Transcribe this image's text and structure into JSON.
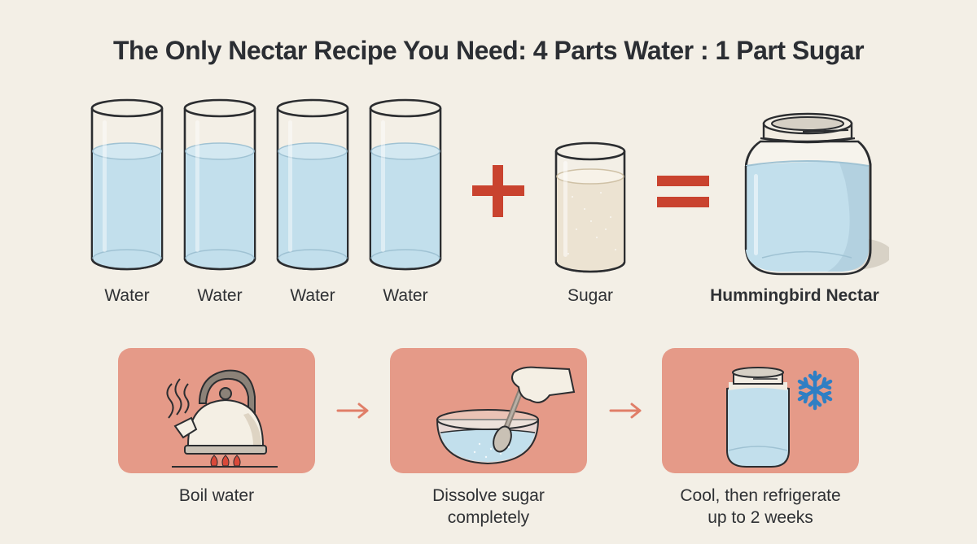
{
  "title": "The Only Nectar Recipe You Need: 4 Parts Water : 1 Part Sugar",
  "colors": {
    "background": "#f3efe6",
    "water": "#c2dfec",
    "sugar": "#ece3d2",
    "operator_red": "#c9432f",
    "step_card": "#e59a88",
    "arrow": "#e07e68",
    "snowflake": "#2f7fc4",
    "outline": "#2b2d30"
  },
  "equation": {
    "ingredients": [
      {
        "label": "Water",
        "icon": "water-glass-icon"
      },
      {
        "label": "Water",
        "icon": "water-glass-icon"
      },
      {
        "label": "Water",
        "icon": "water-glass-icon"
      },
      {
        "label": "Water",
        "icon": "water-glass-icon"
      }
    ],
    "plus_icon": "plus-icon",
    "sugar": {
      "label": "Sugar",
      "icon": "sugar-glass-icon"
    },
    "equals_icon": "equals-icon",
    "result": {
      "label": "Hummingbird Nectar",
      "icon": "mason-jar-icon"
    }
  },
  "steps": [
    {
      "label_lines": [
        "Boil water"
      ],
      "icon": "kettle-on-stove-icon"
    },
    {
      "label_lines": [
        "Dissolve sugar",
        "completely"
      ],
      "icon": "bowl-spoon-icon"
    },
    {
      "label_lines": [
        "Cool, then refrigerate",
        "up to 2 weeks"
      ],
      "icon": "jar-snowflake-icon"
    }
  ],
  "step_arrow_icon": "arrow-right-icon"
}
